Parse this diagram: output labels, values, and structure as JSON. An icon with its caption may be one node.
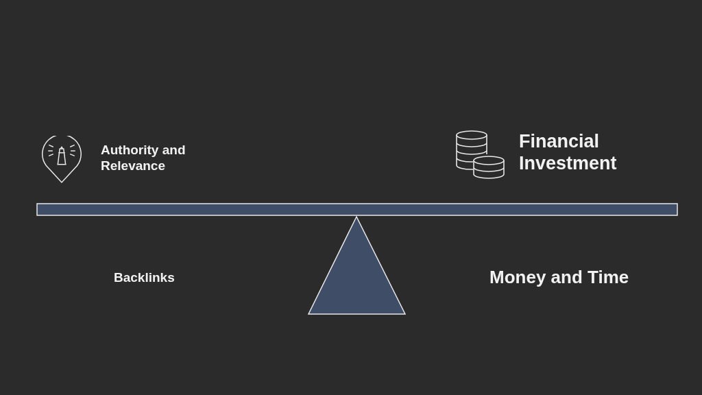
{
  "diagram": {
    "labels": [
      "Authority and Relevance",
      "Financial Investment",
      "Backlinks",
      "Money and Time"
    ]
  }
}
